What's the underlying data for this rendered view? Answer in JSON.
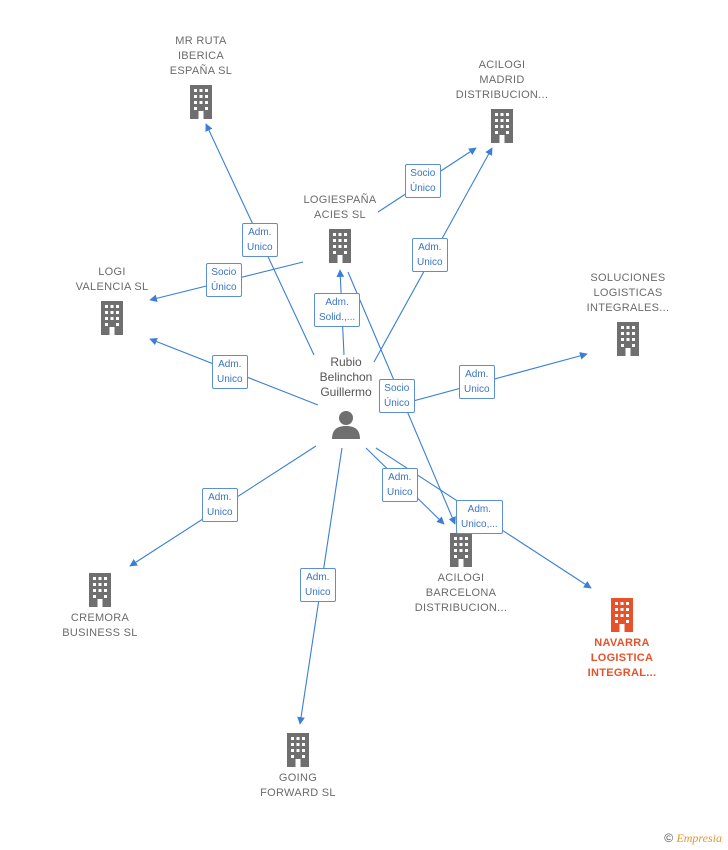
{
  "center": {
    "lines": [
      "Rubio",
      "Belinchon",
      "Guillermo"
    ]
  },
  "companies": [
    {
      "id": "mr-ruta",
      "lines": [
        "MR RUTA",
        "IBERICA",
        "ESPAÑA  SL"
      ],
      "highlight": false
    },
    {
      "id": "acilogi-madrid",
      "lines": [
        "ACILOGI",
        "MADRID",
        "DISTRIBUCION..."
      ],
      "highlight": false
    },
    {
      "id": "logiespana",
      "lines": [
        "LOGIESPAÑA",
        "ACIES SL"
      ],
      "highlight": false
    },
    {
      "id": "logi-valencia",
      "lines": [
        "LOGI",
        "VALENCIA  SL"
      ],
      "highlight": false
    },
    {
      "id": "soluciones",
      "lines": [
        "SOLUCIONES",
        "LOGISTICAS",
        "INTEGRALES..."
      ],
      "highlight": false
    },
    {
      "id": "cremora",
      "lines": [
        "CREMORA",
        "BUSINESS  SL"
      ],
      "highlight": false
    },
    {
      "id": "acilogi-barcelona",
      "lines": [
        "ACILOGI",
        "BARCELONA",
        "DISTRIBUCION..."
      ],
      "highlight": false
    },
    {
      "id": "navarra",
      "lines": [
        "NAVARRA",
        "LOGISTICA",
        "INTEGRAL..."
      ],
      "highlight": true
    },
    {
      "id": "going-forward",
      "lines": [
        "GOING",
        "FORWARD  SL"
      ],
      "highlight": false
    }
  ],
  "relations": [
    {
      "id": "rel-mr-ruta",
      "lines": [
        "Adm.",
        "Unico"
      ]
    },
    {
      "id": "rel-acilogi-madrid-a",
      "lines": [
        "Socio",
        "Único"
      ]
    },
    {
      "id": "rel-acilogi-madrid-b",
      "lines": [
        "Adm.",
        "Unico"
      ]
    },
    {
      "id": "rel-logi-valencia-a",
      "lines": [
        "Socio",
        "Único"
      ]
    },
    {
      "id": "rel-logiespana",
      "lines": [
        "Adm.",
        "Solid.,..."
      ]
    },
    {
      "id": "rel-logi-valencia-b",
      "lines": [
        "Adm.",
        "Unico"
      ]
    },
    {
      "id": "rel-soluciones",
      "lines": [
        "Adm.",
        "Unico"
      ]
    },
    {
      "id": "rel-barcelona-socio",
      "lines": [
        "Socio",
        "Único"
      ]
    },
    {
      "id": "rel-barcelona-adm",
      "lines": [
        "Adm.",
        "Unico"
      ]
    },
    {
      "id": "rel-navarra",
      "lines": [
        "Adm.",
        "Unico,..."
      ]
    },
    {
      "id": "rel-cremora",
      "lines": [
        "Adm.",
        "Unico"
      ]
    },
    {
      "id": "rel-going-forward",
      "lines": [
        "Adm.",
        "Unico"
      ]
    }
  ],
  "footer": {
    "copyright": "©",
    "brand": "Empresia"
  },
  "colors": {
    "line": "#3a7fd5",
    "icon": "#6f6f6f",
    "highlight": "#e8522b"
  }
}
